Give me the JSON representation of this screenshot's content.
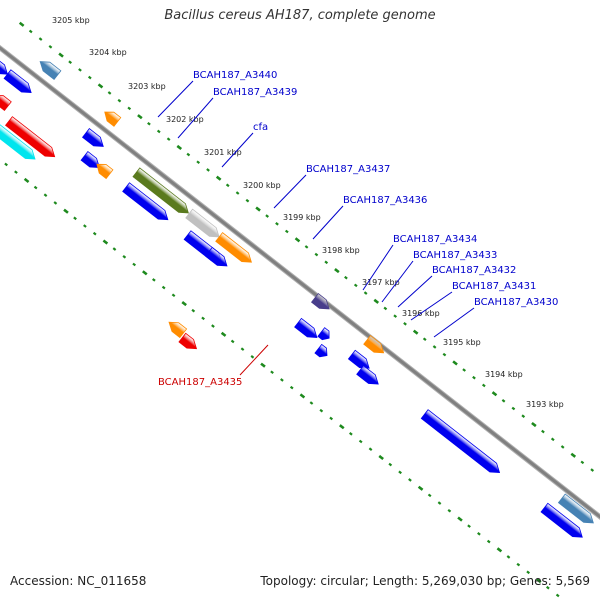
{
  "title": "Bacillus cereus AH187, complete genome",
  "footer": {
    "accession": "Accession: NC_011658",
    "summary": "Topology: circular; Length: 5,269,030 bp; Genes: 5,569"
  },
  "colors": {
    "backbone": "#808080",
    "tick": "#1e8a1e",
    "gene_blue": "#0000ee",
    "gene_orange": "#ff8c00",
    "gene_green": "#5a7a1e",
    "gene_gray": "#c0c0c0",
    "gene_purple": "#483d8b",
    "gene_red": "#ee0000",
    "gene_cyan": "#00e5ee",
    "gene_steel": "#4682b4",
    "label_blue": "#0000cc",
    "label_red": "#cc0000"
  },
  "kbp_labels": [
    "3205 kbp",
    "3204 kbp",
    "3203 kbp",
    "3202 kbp",
    "3201 kbp",
    "3200 kbp",
    "3199 kbp",
    "3198 kbp",
    "3197 kbp",
    "3196 kbp",
    "3195 kbp",
    "3194 kbp",
    "3193 kbp"
  ],
  "gene_labels": [
    "BCAH187_A3440",
    "BCAH187_A3439",
    "cfa",
    "BCAH187_A3437",
    "BCAH187_A3436",
    "BCAH187_A3434",
    "BCAH187_A3433",
    "BCAH187_A3432",
    "BCAH187_A3431",
    "BCAH187_A3430",
    "BCAH187_A3435"
  ]
}
